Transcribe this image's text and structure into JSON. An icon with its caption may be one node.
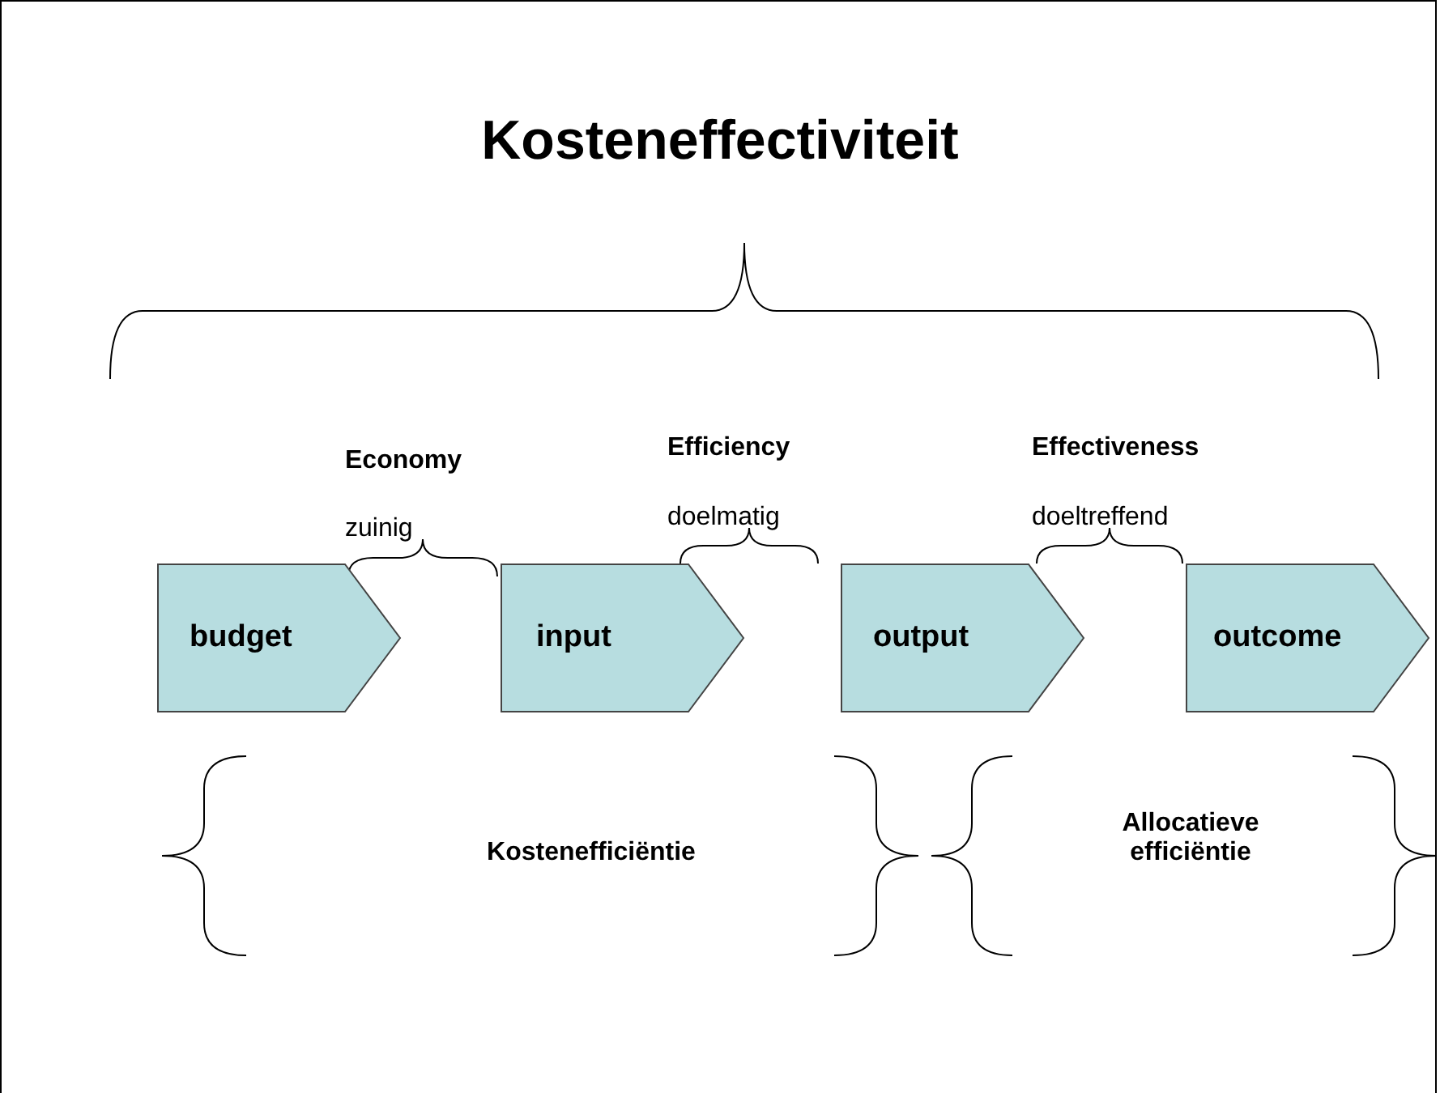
{
  "diagram": {
    "title": "Kosteneffectiviteit",
    "nodes": [
      {
        "text": [
          "budget"
        ]
      },
      {
        "text": [
          "input"
        ]
      },
      {
        "text": [
          "output"
        ]
      },
      {
        "text": [
          "outcome"
        ]
      }
    ],
    "labels": [
      "Economy",
      "Efficiency",
      "Effectiveness",
      "zuinig",
      "doelmatig",
      "doeltreffend",
      "Kostenefficiëntie",
      "Allocatieve efficiëntie"
    ]
  }
}
